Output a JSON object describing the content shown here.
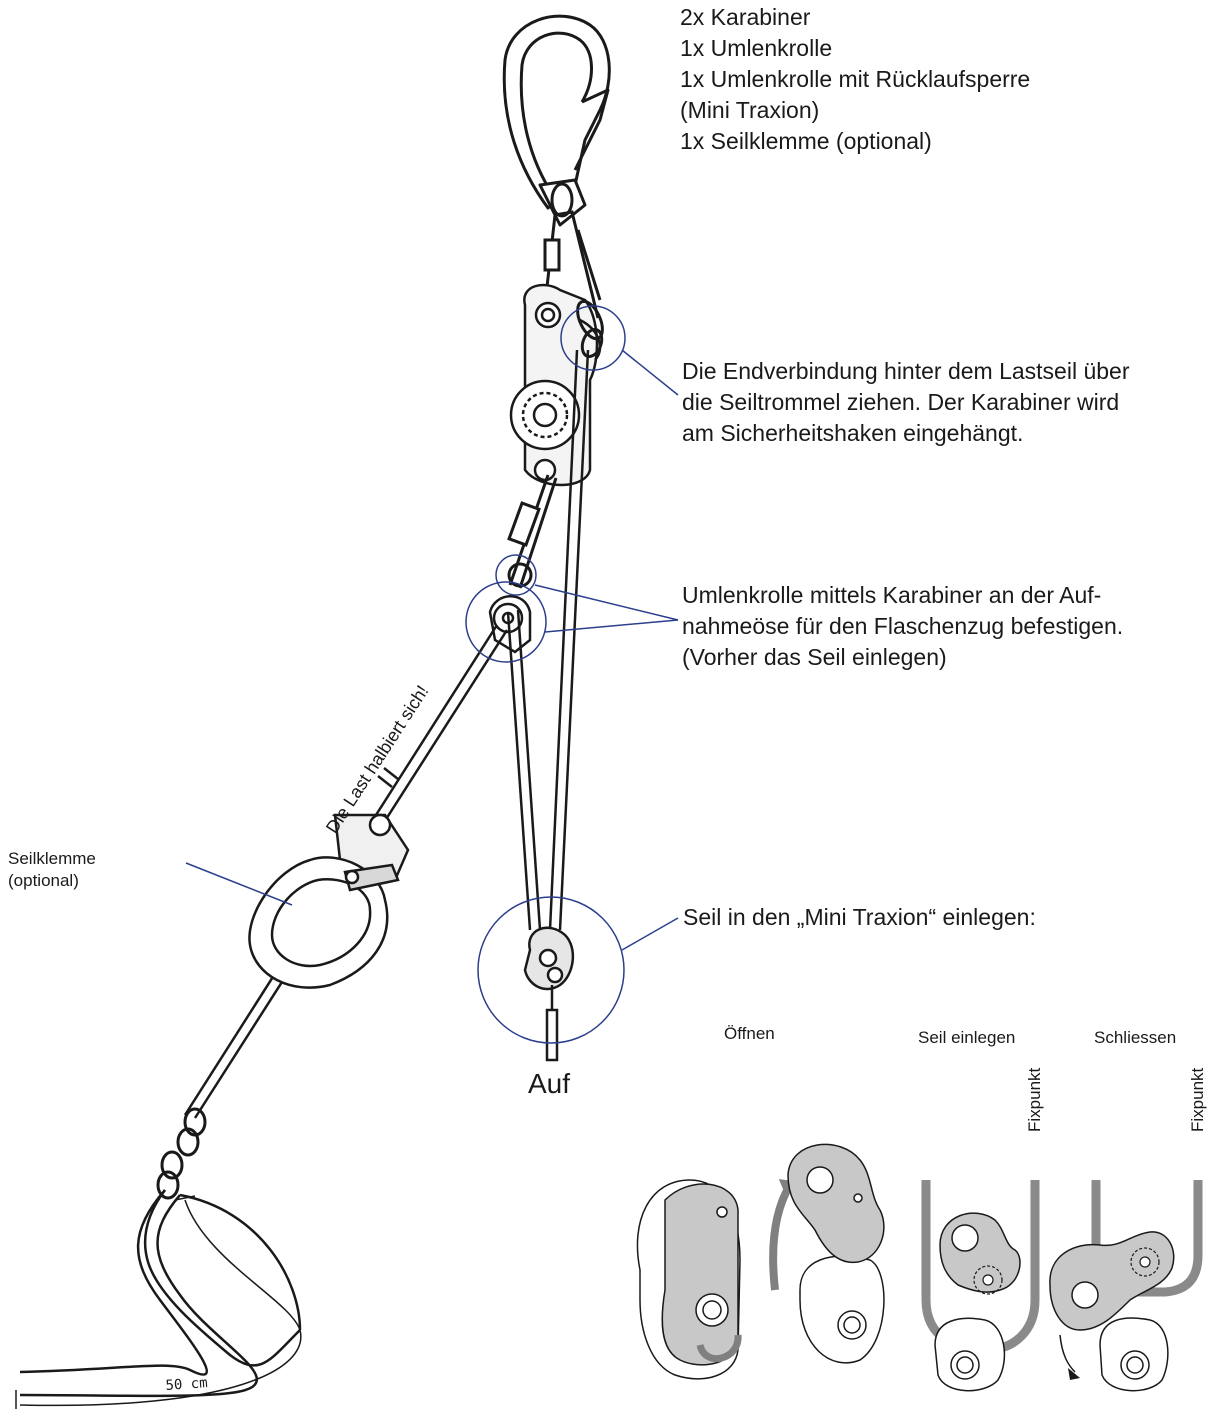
{
  "parts_list": [
    "2x Karabiner",
    "1x Umlenkrolle",
    "1x Umlenkrolle mit Rücklaufsperre",
    "(Mini Traxion)",
    "1x Seilklemme (optional)"
  ],
  "callout_end_connection": [
    "Die Endverbindung hinter dem Lastseil über",
    "die Seiltrommel ziehen. Der Karabiner wird",
    "am Sicherheitshaken eingehängt."
  ],
  "callout_pulley": [
    "Umlenkrolle mittels Karabiner an der Auf-",
    "nahmeöse für den Flaschenzug befestigen.",
    "(Vorher das Seil einlegen)"
  ],
  "callout_rope_clamp": [
    "Seilklemme",
    "(optional)"
  ],
  "callout_mini_traxion": "Seil in den „Mini Traxion“ einlegen:",
  "diagonal_label": "Die Last halbiert sich!",
  "auf_label": "Auf",
  "steps": {
    "open": "Öffnen",
    "insert": "Seil einlegen",
    "close": "Schliessen"
  },
  "fixpunkt": "Fixpunkt",
  "measurement": "50 cm",
  "colors": {
    "line": "#1a1a1a",
    "callout": "#2b3f8c",
    "device_fill": "#c8c8c8",
    "rope_gray": "#808080"
  }
}
